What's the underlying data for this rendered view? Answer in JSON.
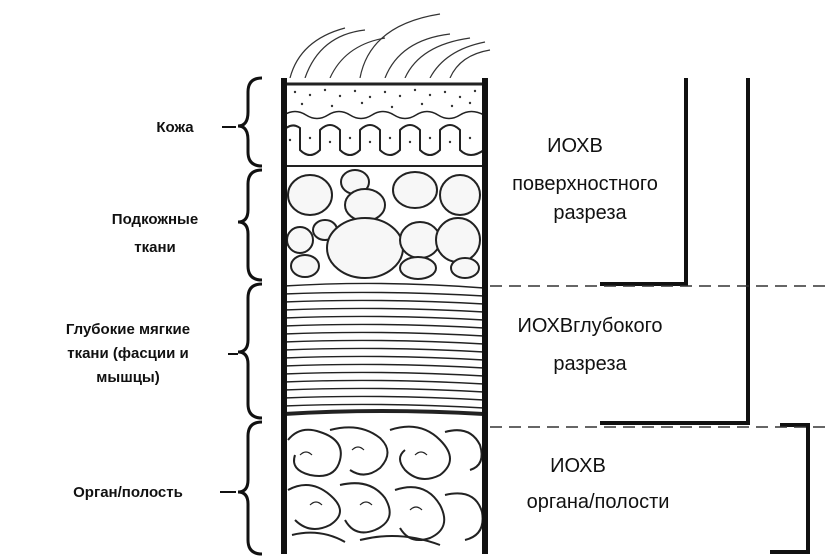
{
  "layers": {
    "skin": "Кожа",
    "subcutaneous_line1": "Подкожные",
    "subcutaneous_line2": "ткани",
    "deep_line1": "Глубокие мягкие",
    "deep_line2": "ткани (фасции и",
    "deep_line3": "мышцы)",
    "organ": "Орган/полость"
  },
  "infection_types": {
    "superficial_line1": "ИОХВ",
    "superficial_line2": "поверхностного",
    "superficial_line3": "разреза",
    "deep_line1": "ИОХВглубокого",
    "deep_line2": "разреза",
    "organ_line1": "ИОХВ",
    "organ_line2": "органа/полости"
  }
}
